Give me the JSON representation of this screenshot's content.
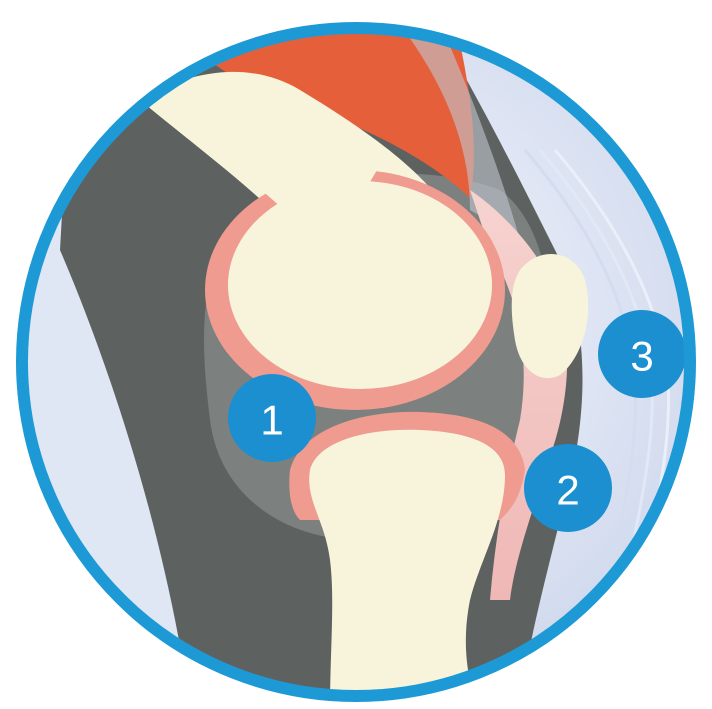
{
  "diagram": {
    "subject": "knee-joint-cross-section",
    "colors": {
      "ring": "#1d9ad6",
      "background_soft_tissue": "#dfe6f4",
      "dark_tissue": "#5d6260",
      "mid_tissue": "#7c817f",
      "bone": "#f8f4dc",
      "cartilage": "#ef9b8f",
      "muscle": "#e5603a",
      "tendon": "#f2c7c5",
      "marker_fill": "#1b8fd0"
    },
    "markers": [
      {
        "label": "1",
        "target": "joint-space-cartilage"
      },
      {
        "label": "2",
        "target": "patellar-tendon"
      },
      {
        "label": "3",
        "target": "soft-tissue-skin"
      }
    ]
  }
}
